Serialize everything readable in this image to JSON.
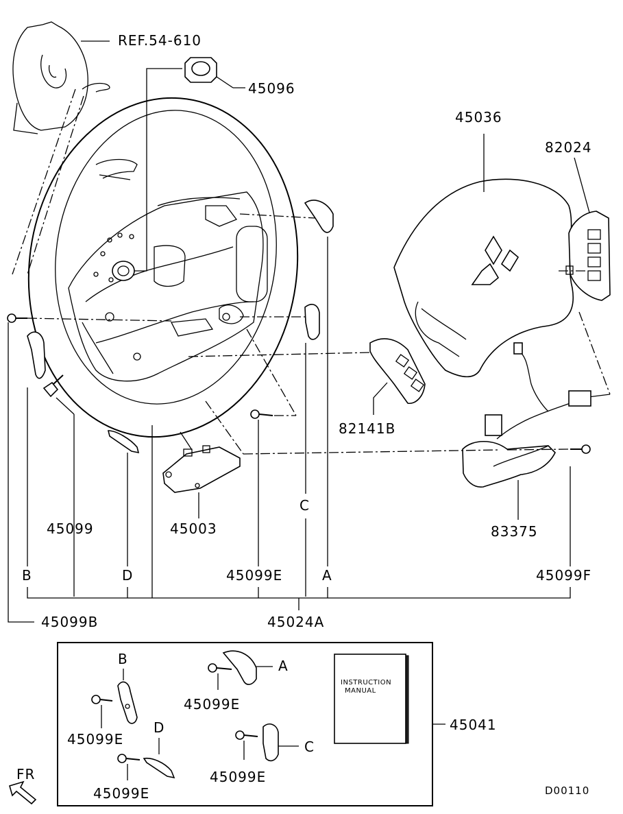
{
  "labels": {
    "ref_54_610": "REF.54-610",
    "p45096": "45096",
    "p45036": "45036",
    "p82024": "82024",
    "p82141B": "82141B",
    "p83375": "83375",
    "p45099": "45099",
    "p45003": "45003",
    "letter_c_main": "C",
    "letter_b_main": "B",
    "letter_d_main": "D",
    "p45099E_main": "45099E",
    "letter_a_main": "A",
    "p45099F": "45099F",
    "p45099B": "45099B",
    "p45024A": "45024A",
    "kit_letter_b": "B",
    "kit_letter_a": "A",
    "kit_letter_d": "D",
    "kit_letter_c": "C",
    "kit_45099E_1": "45099E",
    "kit_45099E_2": "45099E",
    "kit_45099E_3": "45099E",
    "kit_45099E_4": "45099E",
    "p45041": "45041",
    "manual_line1": "INSTRUCTION",
    "manual_line2": "MANUAL",
    "fr": "FR",
    "diagram_code": "D00110"
  }
}
